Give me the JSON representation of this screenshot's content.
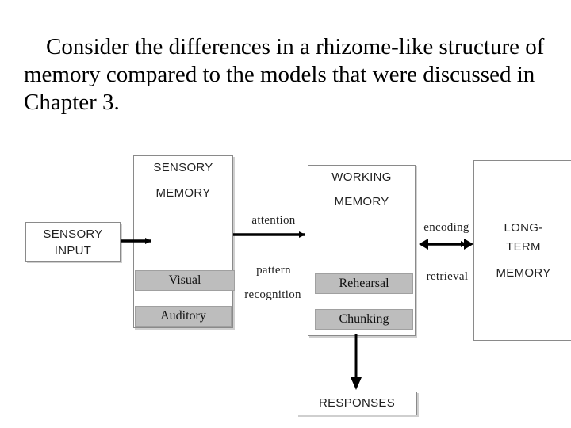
{
  "caption": {
    "first_line": "Consider the differences in a rhizome-like",
    "rest": "structure of memory compared to the models that were discussed in Chapter 3."
  },
  "diagram": {
    "sensory_input": {
      "line1": "SENSORY",
      "line2": "INPUT"
    },
    "sensory_memory": {
      "line1": "SENSORY",
      "line2": "MEMORY",
      "bars": [
        "Visual",
        "Auditory"
      ]
    },
    "working_memory": {
      "line1": "WORKING",
      "line2": "MEMORY",
      "bars": [
        "Rehearsal",
        "Chunking"
      ]
    },
    "long_term_memory": {
      "line1": "LONG-",
      "line2": "TERM",
      "line3": "MEMORY"
    },
    "responses": "RESPONSES",
    "arrow_labels": {
      "attention": "attention",
      "pattern": "pattern",
      "recognition": "recognition",
      "encoding": "encoding",
      "retrieval": "retrieval"
    }
  }
}
